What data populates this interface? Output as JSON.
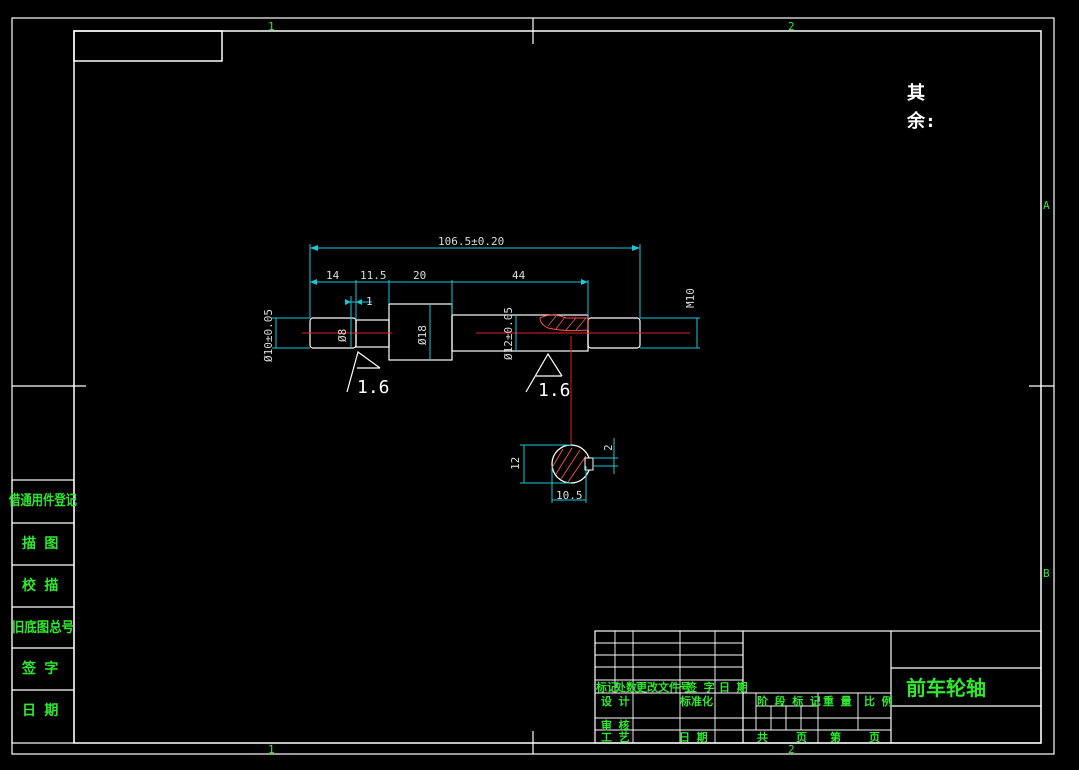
{
  "zones": {
    "top_left": "1",
    "top_right": "2",
    "bottom_left": "1",
    "bottom_right": "2",
    "right_upper": "A",
    "right_lower": "B"
  },
  "note": {
    "line1": "其",
    "line2": "余:"
  },
  "dimensions": {
    "overall": "106.5±0.20",
    "seg1": "14",
    "seg2": "11.5",
    "seg3": "20",
    "seg4": "44",
    "groove": "1",
    "left_dia": "Ø10±0.05",
    "neck_dia": "Ø8",
    "collar_dia": "Ø18",
    "right_dia": "Ø12±0.05",
    "thread": "M10",
    "section_height": "12",
    "section_width": "10.5",
    "keyway_depth": "2"
  },
  "roughness": {
    "left": "1.6",
    "right": "1.6"
  },
  "side_panel": [
    "借通用件登记",
    "描  图",
    "校  描",
    "旧底图总号",
    "签  字",
    "日  期"
  ],
  "title_block": {
    "part_name": "前车轮轴",
    "labels": {
      "mark": "标记",
      "count": "处数",
      "change_doc": "更改文件号",
      "sign": "签 字",
      "date": "日 期",
      "design": "设 计",
      "standard": "标准化",
      "review": "审 核",
      "process": "工 艺",
      "date2": "日 期",
      "stage": "阶 段 标 记",
      "weight": "重 量",
      "scale": "比 例",
      "total": "共",
      "sheets": "页",
      "sheet_no": "第",
      "sheet": "页"
    }
  }
}
